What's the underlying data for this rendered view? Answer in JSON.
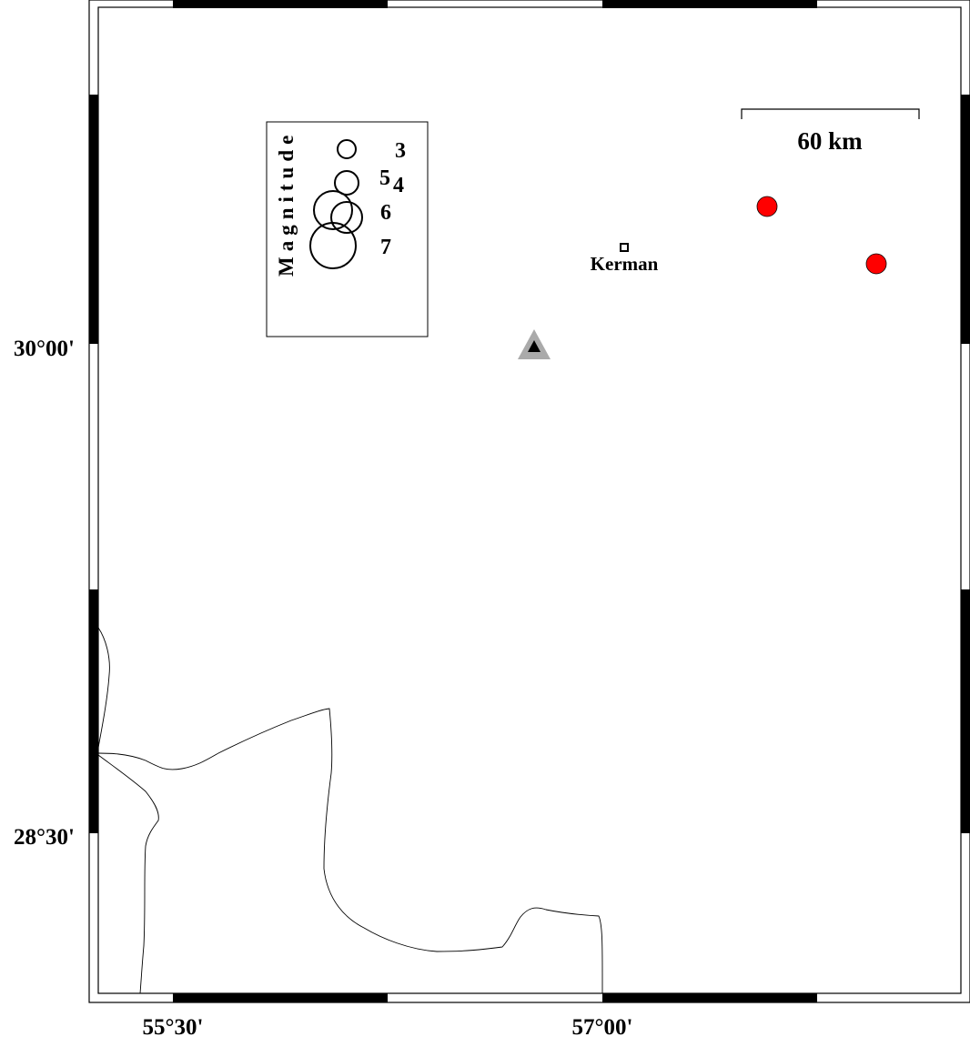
{
  "map": {
    "lat_labels": [
      "30°00'",
      "28°30'"
    ],
    "lon_labels": [
      "55°30'",
      "57°00'"
    ],
    "city": {
      "name": "Kerman",
      "marker": "square-city-marker"
    },
    "station": {
      "marker": "triangle-station-icon",
      "fill": "#000000",
      "halo": "#aaaaaa"
    },
    "events": [
      {
        "color": "#ff0000"
      },
      {
        "color": "#ff0000"
      }
    ],
    "scale_bar": {
      "label": "60 km"
    }
  },
  "legend": {
    "title": "Magnitude",
    "labels": [
      "3",
      "4",
      "5",
      "6",
      "7"
    ]
  }
}
